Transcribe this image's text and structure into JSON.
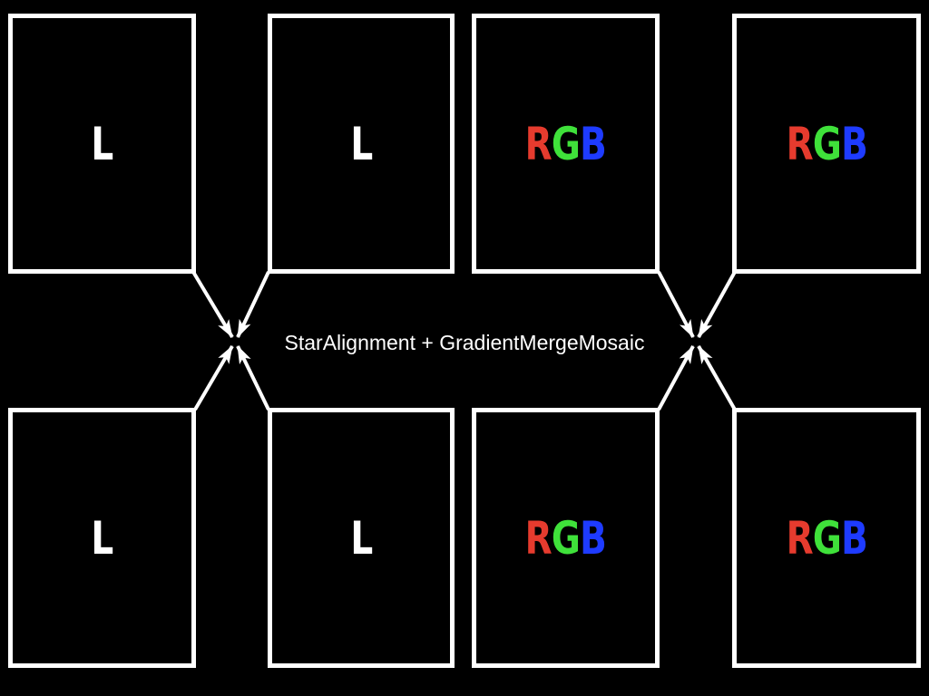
{
  "process_label": "StarAlignment + GradientMergeMosaic",
  "colors": {
    "background": "#000000",
    "outline": "#ffffff",
    "red": "#e63b2e",
    "green": "#3fe13a",
    "blue": "#1e3bff"
  },
  "frames": [
    {
      "id": "l-top-left",
      "channel": "L",
      "letters": [
        "L"
      ]
    },
    {
      "id": "l-top-right",
      "channel": "L",
      "letters": [
        "L"
      ]
    },
    {
      "id": "rgb-top-left",
      "channel": "RGB",
      "letters": [
        "R",
        "G",
        "B"
      ]
    },
    {
      "id": "rgb-top-right",
      "channel": "RGB",
      "letters": [
        "R",
        "G",
        "B"
      ]
    },
    {
      "id": "l-bottom-left",
      "channel": "L",
      "letters": [
        "L"
      ]
    },
    {
      "id": "l-bottom-right",
      "channel": "L",
      "letters": [
        "L"
      ]
    },
    {
      "id": "rgb-bottom-left",
      "channel": "RGB",
      "letters": [
        "R",
        "G",
        "B"
      ]
    },
    {
      "id": "rgb-bottom-right",
      "channel": "RGB",
      "letters": [
        "R",
        "G",
        "B"
      ]
    }
  ],
  "icons": {
    "arrow": "arrow-icon"
  }
}
